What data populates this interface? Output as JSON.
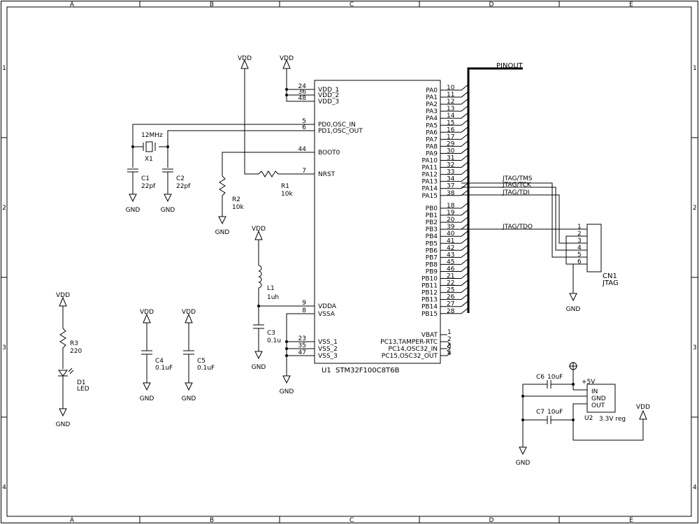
{
  "border": {
    "cols": [
      "A",
      "B",
      "C",
      "D",
      "E"
    ],
    "rows": [
      "1",
      "2",
      "3",
      "4"
    ]
  },
  "u1": {
    "ref": "U1",
    "value": "STM32F100C8T6B",
    "left_pins": [
      {
        "num": "24",
        "name": "VDD_1"
      },
      {
        "num": "36",
        "name": "VDD_2"
      },
      {
        "num": "48",
        "name": "VDD_3"
      },
      {
        "num": "5",
        "name": "PD0,OSC_IN"
      },
      {
        "num": "6",
        "name": "PD1,OSC_OUT"
      },
      {
        "num": "44",
        "name": "BOOT0"
      },
      {
        "num": "7",
        "name": "NRST"
      },
      {
        "num": "9",
        "name": "VDDA"
      },
      {
        "num": "8",
        "name": "VSSA"
      },
      {
        "num": "23",
        "name": "VSS_1"
      },
      {
        "num": "35",
        "name": "VSS_2"
      },
      {
        "num": "47",
        "name": "VSS_3"
      }
    ],
    "right_pins": [
      {
        "num": "10",
        "name": "PA0"
      },
      {
        "num": "11",
        "name": "PA1"
      },
      {
        "num": "12",
        "name": "PA2"
      },
      {
        "num": "13",
        "name": "PA3"
      },
      {
        "num": "14",
        "name": "PA4"
      },
      {
        "num": "15",
        "name": "PA5"
      },
      {
        "num": "16",
        "name": "PA6"
      },
      {
        "num": "17",
        "name": "PA7"
      },
      {
        "num": "29",
        "name": "PA8"
      },
      {
        "num": "30",
        "name": "PA9"
      },
      {
        "num": "31",
        "name": "PA10"
      },
      {
        "num": "32",
        "name": "PA11"
      },
      {
        "num": "33",
        "name": "PA12"
      },
      {
        "num": "34",
        "name": "PA13"
      },
      {
        "num": "37",
        "name": "PA14"
      },
      {
        "num": "38",
        "name": "PA15"
      },
      {
        "num": "18",
        "name": "PB0"
      },
      {
        "num": "19",
        "name": "PB1"
      },
      {
        "num": "20",
        "name": "PB2"
      },
      {
        "num": "39",
        "name": "PB3"
      },
      {
        "num": "40",
        "name": "PB4"
      },
      {
        "num": "41",
        "name": "PB5"
      },
      {
        "num": "42",
        "name": "PB6"
      },
      {
        "num": "43",
        "name": "PB7"
      },
      {
        "num": "45",
        "name": "PB8"
      },
      {
        "num": "46",
        "name": "PB9"
      },
      {
        "num": "21",
        "name": "PB10"
      },
      {
        "num": "22",
        "name": "PB11"
      },
      {
        "num": "25",
        "name": "PB12"
      },
      {
        "num": "26",
        "name": "PB13"
      },
      {
        "num": "27",
        "name": "PB14"
      },
      {
        "num": "28",
        "name": "PB15"
      }
    ],
    "aux_pins": [
      {
        "num": "1",
        "name": "VBAT"
      },
      {
        "num": "2",
        "name": "PC13,TAMPER-RTC"
      },
      {
        "num": "3",
        "name": "PC14,OSC32_IN"
      },
      {
        "num": "4",
        "name": "PC15,OSC32_OUT"
      }
    ]
  },
  "bus_label": "PINOUT",
  "jtag_nets": {
    "tms": "JTAG/TMS",
    "tck": "JTAG/TCK",
    "tdi": "JTAG/TDI",
    "tdo": "JTAG/TDO"
  },
  "cn1": {
    "ref": "CN1",
    "value": "JTAG",
    "pins": [
      "1",
      "2",
      "3",
      "4",
      "5",
      "6"
    ]
  },
  "power": {
    "vdd": "VDD",
    "gnd": "GND",
    "plus5": "+5V"
  },
  "parts": {
    "x1": {
      "ref": "X1",
      "value": "12MHz"
    },
    "c1": {
      "ref": "C1",
      "value": "22pf"
    },
    "c2": {
      "ref": "C2",
      "value": "22pf"
    },
    "r1": {
      "ref": "R1",
      "value": "10k"
    },
    "r2": {
      "ref": "R2",
      "value": "10k"
    },
    "l1": {
      "ref": "L1",
      "value": "1uh"
    },
    "c3": {
      "ref": "C3",
      "value": "0.1u"
    },
    "r3": {
      "ref": "R3",
      "value": "220"
    },
    "d1": {
      "ref": "D1",
      "value": "LED"
    },
    "c4": {
      "ref": "C4",
      "value": "0.1uF"
    },
    "c5": {
      "ref": "C5",
      "value": "0.1uF"
    },
    "c6": {
      "ref": "C6",
      "value": "10uF"
    },
    "c7": {
      "ref": "C7",
      "value": "10uF"
    },
    "u2": {
      "ref": "U2",
      "value": "3.3V reg",
      "pins": [
        "IN",
        "GND",
        "OUT"
      ]
    }
  }
}
